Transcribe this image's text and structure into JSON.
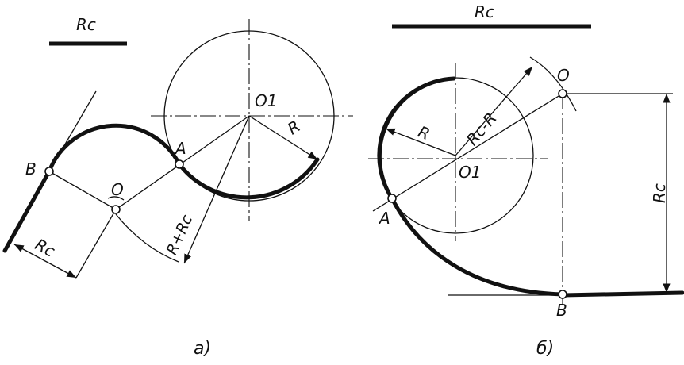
{
  "diagram_a": {
    "scale_label": "Rc",
    "point_b": "B",
    "point_o": "O",
    "point_a": "A",
    "point_o1": "O1",
    "radius_r": "R",
    "radius_rc": "Rc",
    "radius_sum": "R+Rc",
    "caption": "а)"
  },
  "diagram_b": {
    "scale_label": "Rc",
    "point_o": "O",
    "point_o1": "O1",
    "point_a": "A",
    "point_b": "B",
    "radius_r": "R",
    "radius_diff": "Rc-R",
    "dim_rc": "Rc",
    "caption": "б)"
  }
}
